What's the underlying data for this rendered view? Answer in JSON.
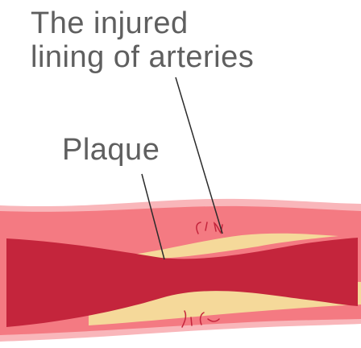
{
  "diagram": {
    "title_line1": "The injured",
    "title_line2": "lining of arteries",
    "plaque_label": "Plaque"
  },
  "colors": {
    "text": "#5f5f5f",
    "artery_wall": "#f4707a",
    "lining_outer": "#f9a3a8",
    "plaque": "#f5d99a",
    "blood": "#c4253c",
    "pointer_line": "#2b2b2b"
  }
}
